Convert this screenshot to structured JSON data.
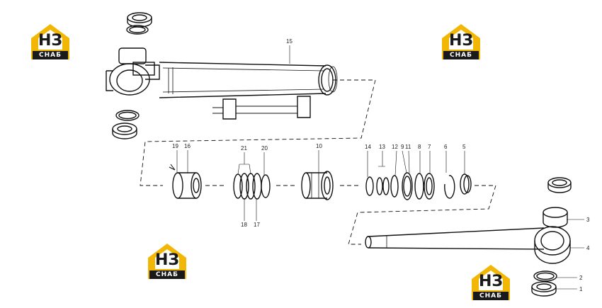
{
  "diagram": {
    "part_numbers": [
      "1",
      "2",
      "3",
      "4",
      "5",
      "6",
      "7",
      "8",
      "9",
      "10",
      "11",
      "12",
      "13",
      "14",
      "15",
      "16",
      "17",
      "18",
      "19",
      "20",
      "21"
    ]
  },
  "brand": {
    "logo_mark": "НЗ",
    "logo_word": "СНАБ",
    "accent_color": "#f2b705",
    "dark_color": "#1a1a1a"
  }
}
